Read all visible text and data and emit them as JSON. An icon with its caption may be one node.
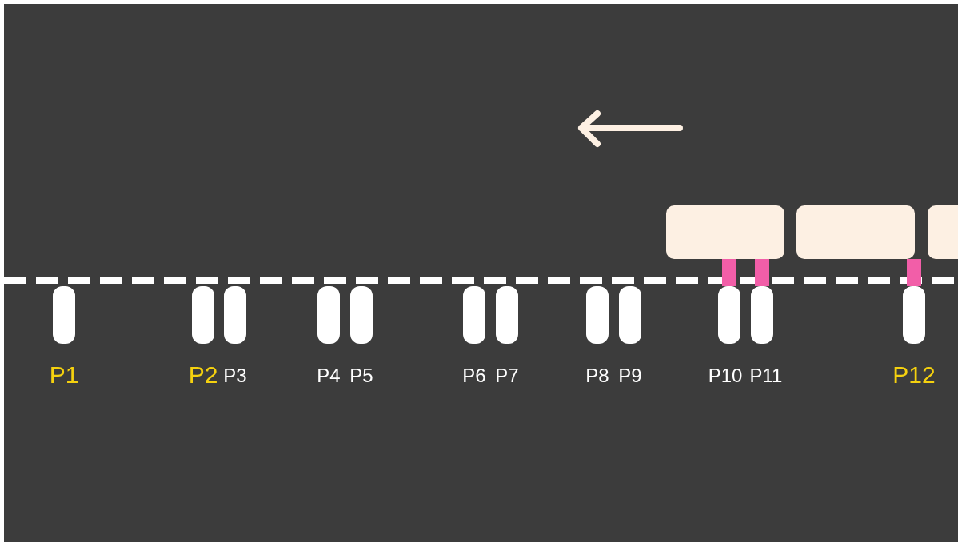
{
  "diagram": {
    "nodes": [
      {
        "text": [
          "P1"
        ]
      },
      {
        "text": [
          "P2"
        ]
      },
      {
        "text": [
          "P3"
        ]
      },
      {
        "text": [
          "P4"
        ]
      },
      {
        "text": [
          "P5"
        ]
      },
      {
        "text": [
          "P6"
        ]
      },
      {
        "text": [
          "P7"
        ]
      },
      {
        "text": [
          "P8"
        ]
      },
      {
        "text": [
          "P9"
        ]
      },
      {
        "text": [
          "P10"
        ]
      },
      {
        "text": [
          "P11"
        ]
      },
      {
        "text": [
          "P12"
        ]
      },
      {
        "text": [],
        "shape": "box"
      },
      {
        "text": [],
        "shape": "box"
      },
      {
        "text": [],
        "shape": "box"
      }
    ],
    "edges": [
      {
        "from": 12,
        "to": 9,
        "arrow": "none"
      },
      {
        "from": 12,
        "to": 10,
        "arrow": "none"
      },
      {
        "from": 13,
        "to": 11,
        "arrow": "none"
      }
    ]
  }
}
